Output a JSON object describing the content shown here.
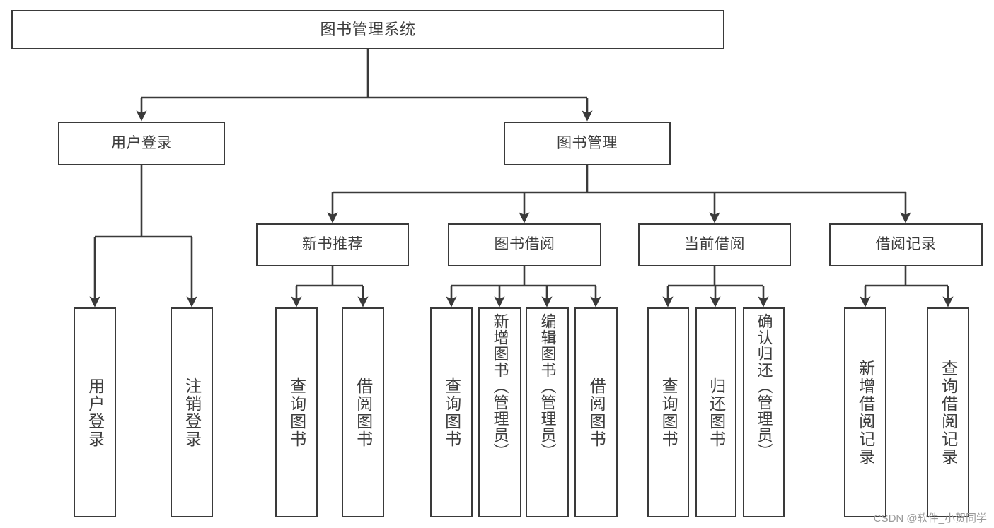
{
  "diagram": {
    "title": "图书管理系统",
    "type": "tree-hierarchy-diagram",
    "root": {
      "id": "root",
      "label": "图书管理系统"
    },
    "level2": [
      {
        "id": "user-login",
        "label": "用户登录"
      },
      {
        "id": "book-management",
        "label": "图书管理"
      }
    ],
    "level3": [
      {
        "id": "new-book-recommend",
        "label": "新书推荐"
      },
      {
        "id": "book-borrow",
        "label": "图书借阅"
      },
      {
        "id": "current-borrow",
        "label": "当前借阅"
      },
      {
        "id": "borrow-record",
        "label": "借阅记录"
      }
    ],
    "leaves": {
      "user_login": [
        {
          "id": "leaf-user-login",
          "label": "用户登录"
        },
        {
          "id": "leaf-logout-login",
          "label": "注销登录"
        }
      ],
      "new_book_recommend": [
        {
          "id": "leaf-query-book-1",
          "label": "查询图书"
        },
        {
          "id": "leaf-borrow-book-1",
          "label": "借阅图书"
        }
      ],
      "book_borrow": [
        {
          "id": "leaf-query-book-2",
          "label": "查询图书"
        },
        {
          "id": "leaf-add-book",
          "label": "新增图书（管理员）"
        },
        {
          "id": "leaf-edit-book",
          "label": "编辑图书（管理员）"
        },
        {
          "id": "leaf-borrow-book-2",
          "label": "借阅图书"
        }
      ],
      "current_borrow": [
        {
          "id": "leaf-query-book-3",
          "label": "查询图书"
        },
        {
          "id": "leaf-return-book",
          "label": "归还图书"
        },
        {
          "id": "leaf-confirm-return",
          "label": "确认归还（管理员）"
        }
      ],
      "borrow_record": [
        {
          "id": "leaf-add-record",
          "label": "新增借阅记录"
        },
        {
          "id": "leaf-query-record",
          "label": "查询借阅记录"
        }
      ]
    }
  },
  "watermark": "CSDN @软件_小贺同学",
  "colors": {
    "box_border": "#3a3a3a",
    "box_fill": "#ffffff",
    "text": "#3d3d3d",
    "connector": "#3a3a3a",
    "watermark": "#9a9a9a",
    "background": "#ffffff"
  }
}
